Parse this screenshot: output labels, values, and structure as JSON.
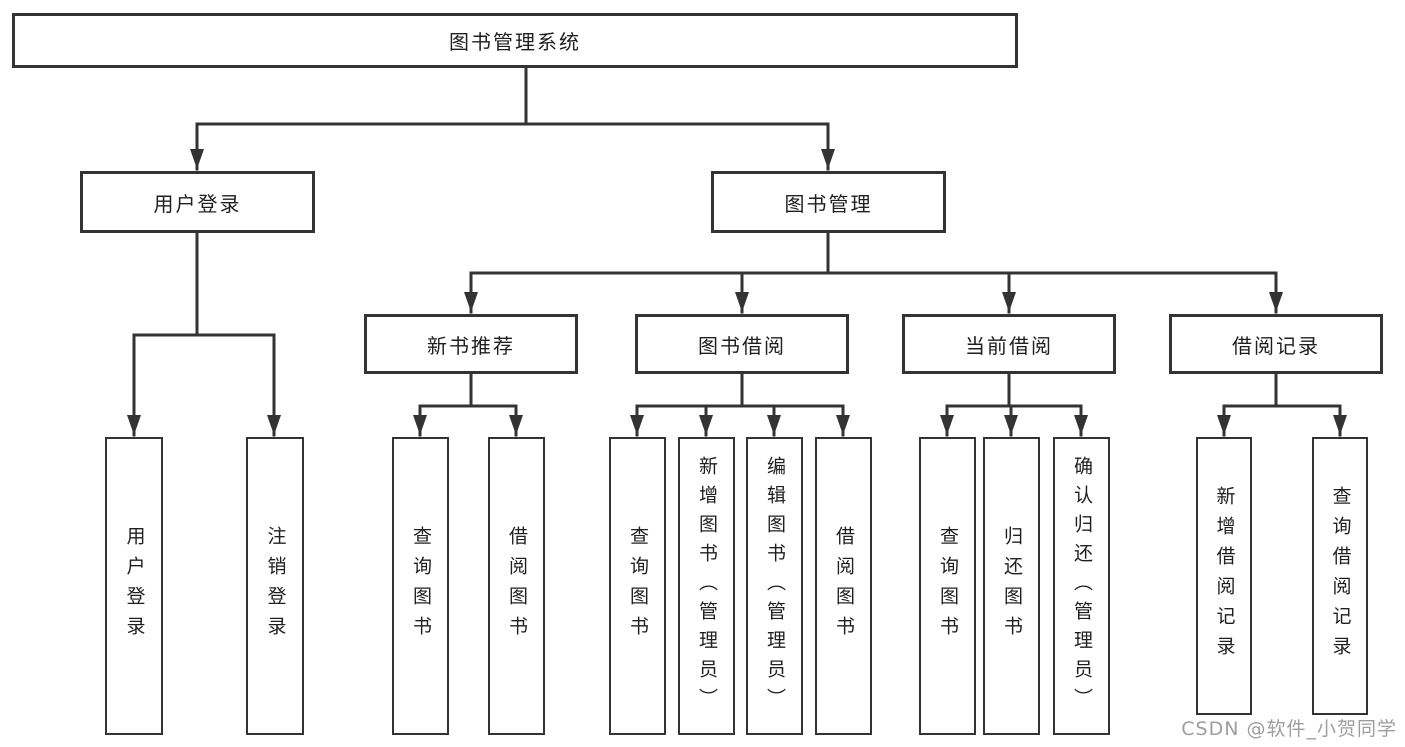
{
  "diagram": {
    "type": "tree-structure-chart",
    "nodes": {
      "root": {
        "label": "图书管理系统"
      },
      "user_login": {
        "label": "用户登录"
      },
      "book_mgmt": {
        "label": "图书管理"
      },
      "new_book_rec": {
        "label": "新书推荐"
      },
      "book_borrow": {
        "label": "图书借阅"
      },
      "current_borrow": {
        "label": "当前借阅"
      },
      "borrow_records": {
        "label": "借阅记录"
      },
      "leaf_user_login": {
        "label": "用户登录"
      },
      "leaf_logout": {
        "label": "注销登录"
      },
      "leaf_query_book_1": {
        "label": "查询图书"
      },
      "leaf_borrow_book_1": {
        "label": "借阅图书"
      },
      "leaf_query_book_2": {
        "label": "查询图书"
      },
      "leaf_add_book": {
        "label": "新增图书（管理员）"
      },
      "leaf_edit_book": {
        "label": "编辑图书（管理员）"
      },
      "leaf_borrow_book_2": {
        "label": "借阅图书"
      },
      "leaf_query_book_3": {
        "label": "查询图书"
      },
      "leaf_return_book": {
        "label": "归还图书"
      },
      "leaf_confirm_return": {
        "label": "确认归还（管理员）"
      },
      "leaf_add_record": {
        "label": "新增借阅记录"
      },
      "leaf_query_record": {
        "label": "查询借阅记录"
      }
    },
    "edges": [
      {
        "from": "root",
        "to": [
          "user_login",
          "book_mgmt"
        ]
      },
      {
        "from": "user_login",
        "to": [
          "leaf_user_login",
          "leaf_logout"
        ]
      },
      {
        "from": "book_mgmt",
        "to": [
          "new_book_rec",
          "book_borrow",
          "current_borrow",
          "borrow_records"
        ]
      },
      {
        "from": "new_book_rec",
        "to": [
          "leaf_query_book_1",
          "leaf_borrow_book_1"
        ]
      },
      {
        "from": "book_borrow",
        "to": [
          "leaf_query_book_2",
          "leaf_add_book",
          "leaf_edit_book",
          "leaf_borrow_book_2"
        ]
      },
      {
        "from": "current_borrow",
        "to": [
          "leaf_query_book_3",
          "leaf_return_book",
          "leaf_confirm_return"
        ]
      },
      {
        "from": "borrow_records",
        "to": [
          "leaf_add_record",
          "leaf_query_record"
        ]
      }
    ],
    "colors": {
      "background": "#ffffff",
      "box_border": "#333333",
      "line": "#333333",
      "text": "#1f1f1f",
      "watermark": "#9e9e9e"
    }
  },
  "watermark": {
    "text": "CSDN @软件_小贺同学"
  }
}
